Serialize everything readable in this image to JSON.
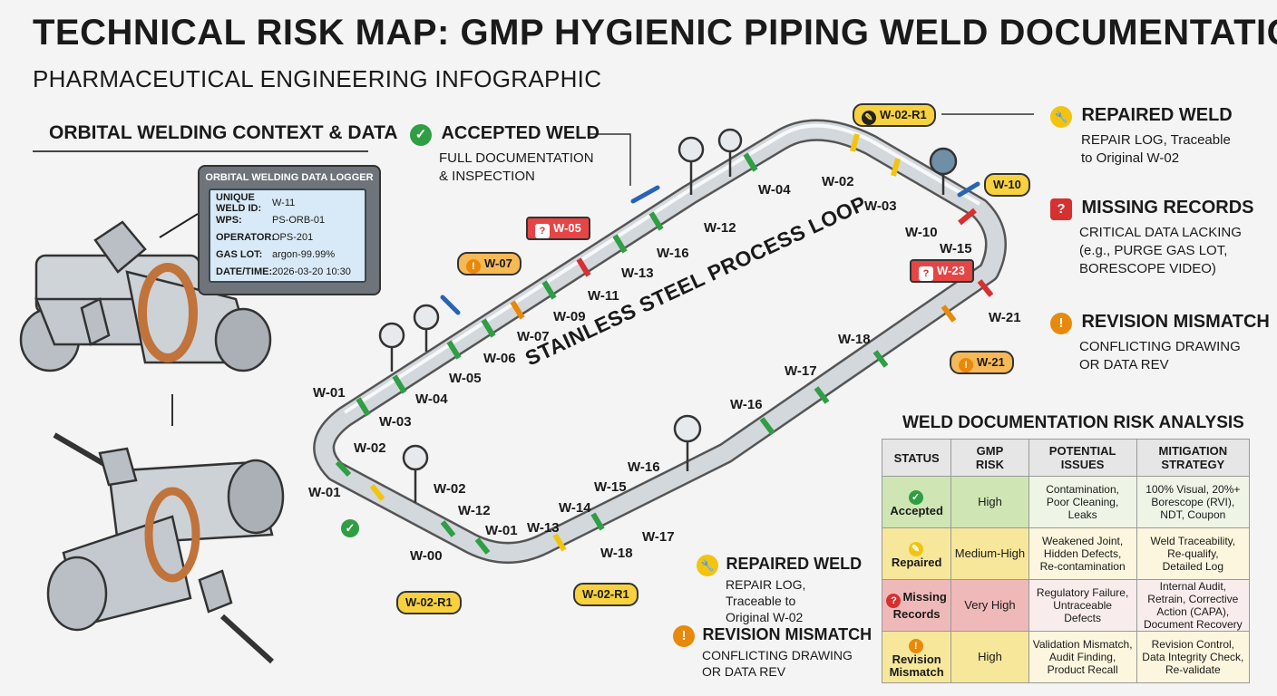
{
  "header": {
    "title": "TECHNICAL RISK MAP: GMP HYGIENIC PIPING WELD DOCUMENTATION",
    "subtitle": "PHARMACEUTICAL ENGINEERING INFOGRAPHIC"
  },
  "context": {
    "title": "ORBITAL WELDING CONTEXT & DATA",
    "logger": {
      "title": "ORBITAL WELDING DATA LOGGER",
      "rows": [
        {
          "key": "UNIQUE WELD ID:",
          "value": "W-11"
        },
        {
          "key": "WPS:",
          "value": "PS-ORB-01"
        },
        {
          "key": "OPERATOR:",
          "value": "OPS-201"
        },
        {
          "key": "GAS LOT:",
          "value": "argon-99.99%"
        },
        {
          "key": "DATE/TIME:",
          "value": "2026-03-20 10:30"
        }
      ]
    }
  },
  "loop_label": "STAINLESS STEEL PROCESS LOOP",
  "callouts": {
    "accepted": {
      "head": "ACCEPTED WELD",
      "sub1": "FULL DOCUMENTATION",
      "sub2": "& INSPECTION"
    },
    "repaired_top": {
      "head": "REPAIRED WELD",
      "sub1": "REPAIR LOG, Traceable",
      "sub2": "to Original W-02"
    },
    "missing": {
      "head": "MISSING RECORDS",
      "sub1": "CRITICAL DATA LACKING",
      "sub2": "(e.g., PURGE GAS LOT,",
      "sub3": "BORESCOPE VIDEO)"
    },
    "revision_top": {
      "head": "REVISION MISMATCH",
      "sub1": "CONFLICTING DRAWING",
      "sub2": "OR DATA REV"
    },
    "repaired_bottom": {
      "head": "REPAIRED WELD",
      "sub1": "REPAIR LOG,",
      "sub2": "Traceable to",
      "sub3": "Original W-02"
    },
    "revision_bottom": {
      "head": "REVISION MISMATCH",
      "sub1": "CONFLICTING DRAWING",
      "sub2": "OR DATA REV"
    }
  },
  "icons": {
    "check": "✓",
    "question": "?",
    "exclaim": "!",
    "wrench": "🔧"
  },
  "tags": {
    "w02r1_top": "W-02-R1",
    "w10": "W-10",
    "w05": "W-05",
    "w07": "W-07",
    "w23": "W-23",
    "w21": "W-21",
    "w02r1_left": "W-02-R1",
    "w02r1_mid": "W-02-R1"
  },
  "weld_labels": {
    "l1": "W-04",
    "l2": "W-02",
    "l3": "W-03",
    "l4": "W-10",
    "l5": "W-15",
    "l6": "W-12",
    "l7": "W-16",
    "l8": "W-13",
    "l9": "W-11",
    "l10": "W-09",
    "l11": "W-07",
    "l12": "W-06",
    "l13": "W-05",
    "l14": "W-04",
    "l15": "W-03",
    "l16": "W-01",
    "l17": "W-21",
    "l18": "W-18",
    "l19": "W-17",
    "l20": "W-16",
    "l21": "W-02",
    "l22": "W-01",
    "l23": "W-02",
    "l24": "W-12",
    "l25": "W-01",
    "l26": "W-00",
    "l27": "W-13",
    "l28": "W-14",
    "l29": "W-15",
    "l30": "W-16",
    "l31": "W-18",
    "l32": "W-17"
  },
  "risk": {
    "title": "WELD DOCUMENTATION RISK ANALYSIS",
    "headers": {
      "status": "STATUS",
      "risk1": "GMP",
      "risk2": "RISK",
      "issues1": "POTENTIAL",
      "issues2": "ISSUES",
      "mit1": "MITIGATION",
      "mit2": "STRATEGY"
    },
    "rows": [
      {
        "status1": "Accepted",
        "status2": "",
        "risk": "High",
        "issue1": "Contamination,",
        "issue2": "Poor Cleaning,",
        "issue3": "Leaks",
        "mit1": "100% Visual, 20%+",
        "mit2": "Borescope (RVI),",
        "mit3": "NDT, Coupon"
      },
      {
        "status1": "Repaired",
        "status2": "",
        "risk": "Medium-High",
        "issue1": "Weakened Joint,",
        "issue2": "Hidden Defects,",
        "issue3": "Re-contamination",
        "mit1": "Weld Traceability,",
        "mit2": "Re-qualify,",
        "mit3": "Detailed Log"
      },
      {
        "status1": "Missing",
        "status2": "Records",
        "risk": "Very High",
        "issue1": "Regulatory Failure,",
        "issue2": "Untraceable",
        "issue3": "Defects",
        "mit1": "Internal Audit,",
        "mit2": "Retrain, Corrective",
        "mit3": "Action (CAPA),",
        "mit4": "Document Recovery"
      },
      {
        "status1": "Revision",
        "status2": "Mismatch",
        "risk": "High",
        "issue1": "Validation Mismatch,",
        "issue2": "Audit Finding,",
        "issue3": "Product Recall",
        "mit1": "Revision Control,",
        "mit2": "Data Integrity Check,",
        "mit3": "Re-validate"
      }
    ]
  },
  "colors": {
    "ok": "#2f9e44",
    "repaired": "#f2c40f",
    "missing": "#d63030",
    "revision": "#e8890c",
    "pipe": "#c9ced3"
  }
}
